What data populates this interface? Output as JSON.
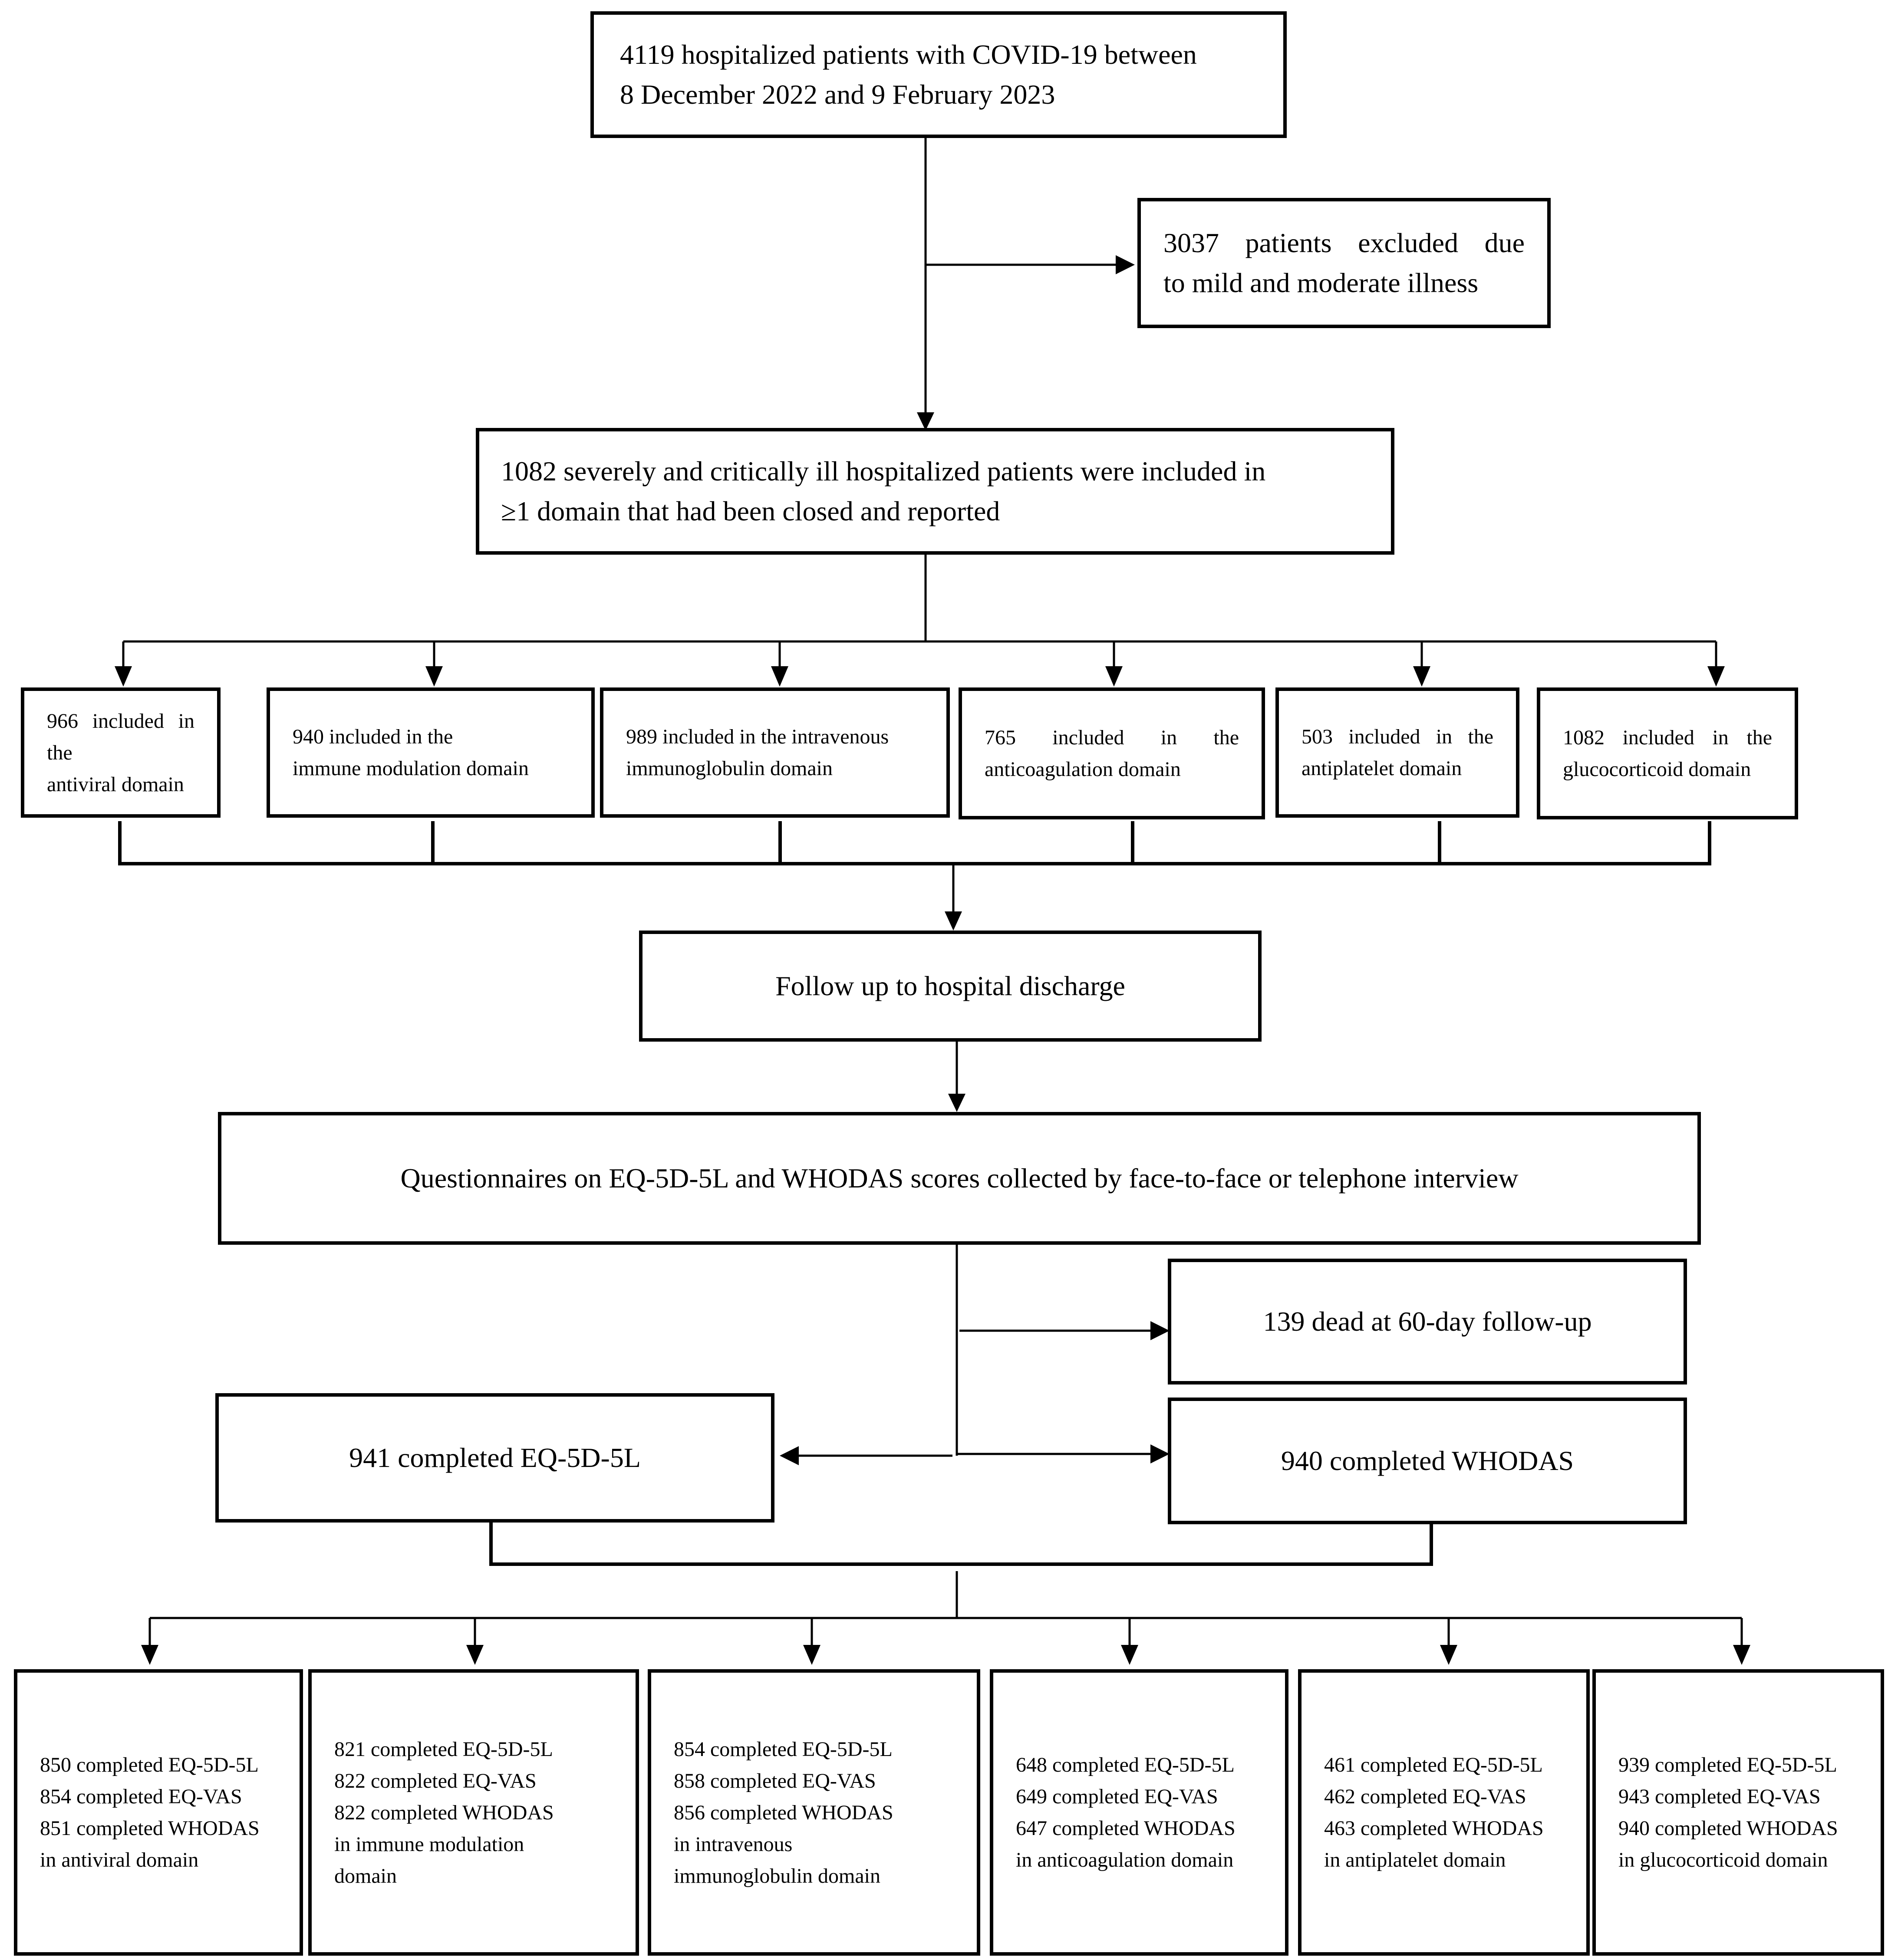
{
  "top": {
    "line1": "4119 hospitalized patients with COVID-19 between",
    "line2": "8 December 2022 and 9 February 2023"
  },
  "excluded": {
    "line1": "3037 patients excluded due",
    "line2": "to mild and moderate illness"
  },
  "included": {
    "line1": "1082 severely and critically ill hospitalized patients were included in",
    "line2": "≥1 domain that had been closed and reported"
  },
  "domains": [
    {
      "line1": "966 included in the",
      "line2": "antiviral domain"
    },
    {
      "line1": "940 included in the",
      "line2": "immune modulation domain"
    },
    {
      "line1": "989 included in the intravenous",
      "line2": "immunoglobulin domain"
    },
    {
      "line1": "765 included in the",
      "line2": "anticoagulation domain"
    },
    {
      "line1": "503 included in the",
      "line2": "antiplatelet domain"
    },
    {
      "line1": "1082 included in the",
      "line2": "glucocorticoid domain"
    }
  ],
  "followup": {
    "label": "Follow up to hospital discharge"
  },
  "questionnaires": {
    "label": "Questionnaires on EQ-5D-5L and WHODAS scores collected by face-to-face or telephone interview"
  },
  "dead": {
    "label": "139 dead at 60-day follow-up"
  },
  "eq5d": {
    "label": "941 completed EQ-5D-5L"
  },
  "whodas": {
    "label": "940 completed WHODAS"
  },
  "results": [
    {
      "lines": [
        "850 completed EQ-5D-5L",
        "854 completed EQ-VAS",
        "851 completed WHODAS",
        "in antiviral domain"
      ]
    },
    {
      "lines": [
        "821 completed EQ-5D-5L",
        "822 completed EQ-VAS",
        "822 completed WHODAS",
        "in immune modulation",
        "domain"
      ]
    },
    {
      "lines": [
        "854 completed EQ-5D-5L",
        "858 completed EQ-VAS",
        "856 completed WHODAS",
        "in intravenous",
        "immunoglobulin domain"
      ]
    },
    {
      "lines": [
        "648 completed EQ-5D-5L",
        "649 completed EQ-VAS",
        "647 completed WHODAS",
        "in anticoagulation domain"
      ]
    },
    {
      "lines": [
        "461 completed EQ-5D-5L",
        "462 completed EQ-VAS",
        "463 completed WHODAS",
        "in antiplatelet domain"
      ]
    },
    {
      "lines": [
        "939 completed EQ-5D-5L",
        "943 completed EQ-VAS",
        "940 completed WHODAS",
        "in glucocorticoid domain"
      ]
    }
  ]
}
